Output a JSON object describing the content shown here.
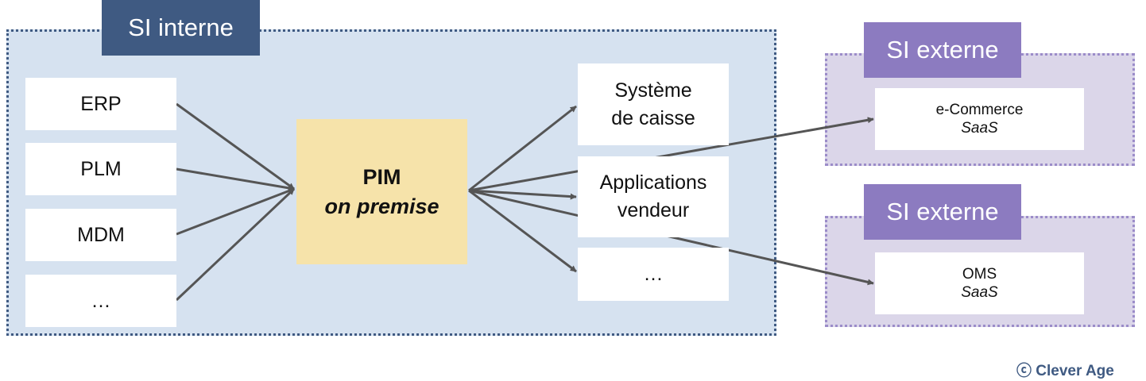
{
  "zones": {
    "interne": {
      "label": "SI interne"
    },
    "externe_1": {
      "label": "SI externe"
    },
    "externe_2": {
      "label": "SI externe"
    }
  },
  "sources": [
    "ERP",
    "PLM",
    "MDM",
    "…"
  ],
  "pim": {
    "title": "PIM",
    "subtitle": "on premise"
  },
  "destinations": {
    "caisse": {
      "line1": "Système",
      "line2": "de caisse"
    },
    "vendeur": {
      "line1": "Applications",
      "line2": "vendeur"
    },
    "more": "…"
  },
  "external": {
    "ecommerce": {
      "name": "e-Commerce",
      "type": "SaaS"
    },
    "oms": {
      "name": "OMS",
      "type": "SaaS"
    }
  },
  "copyright": "ⓒ Clever Age",
  "colors": {
    "interne_bg": "#d6e2f0",
    "interne_accent": "#3f5a82",
    "externe_bg": "#dbd6e9",
    "externe_accent": "#8c7bc0",
    "pim_bg": "#f6e3aa",
    "arrow": "#555555"
  }
}
